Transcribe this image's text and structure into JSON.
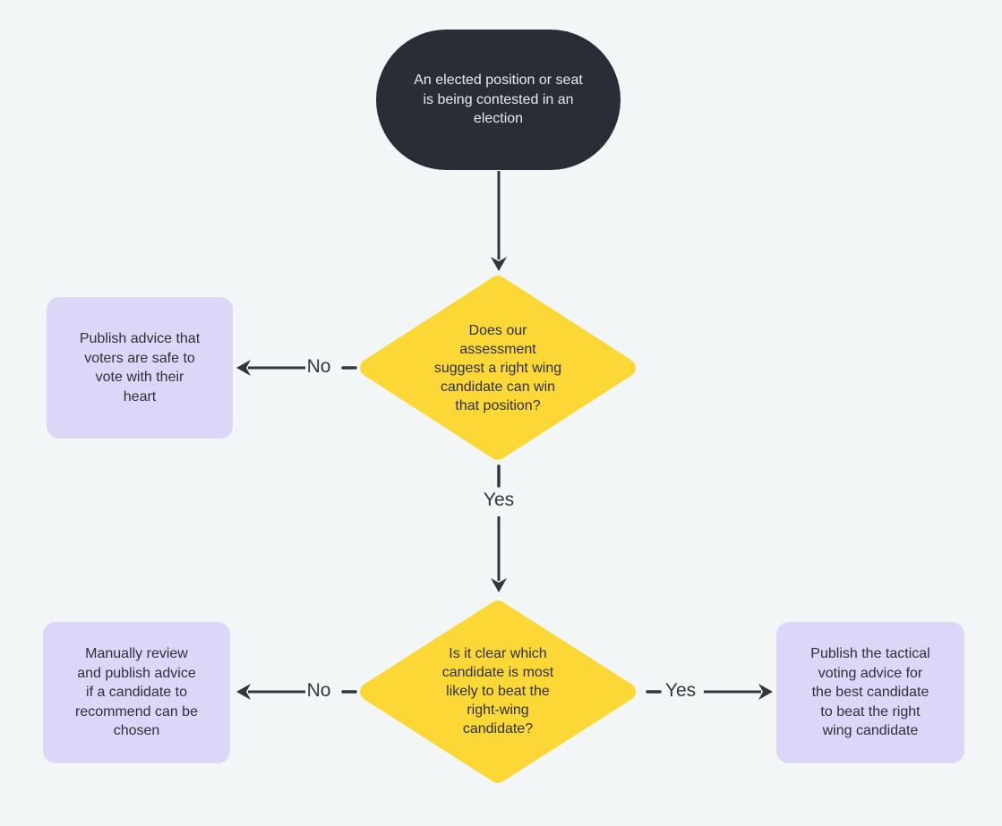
{
  "colors": {
    "bg": "#f2f6f7",
    "dark": "#2b2d36",
    "dark_text": "#e8e9ec",
    "yellow": "#fcd836",
    "purple": "#dcd6f8",
    "text": "#2e3039",
    "arrow": "#33353c"
  },
  "nodes": {
    "start": {
      "label": "An elected position or seat\nis being contested in an\nelection"
    },
    "decision1": {
      "label": "Does our\nassessment\nsuggest a right wing\ncandidate can win\nthat position?"
    },
    "outcome_heart": {
      "label": "Publish advice that\nvoters are safe to\nvote with their\nheart"
    },
    "decision2": {
      "label": "Is it clear which\ncandidate is most\nlikely to beat the\nright-wing\ncandidate?"
    },
    "outcome_manual": {
      "label": "Manually review\nand publish advice\nif a candidate to\nrecommend can be\nchosen"
    },
    "outcome_tactical": {
      "label": "Publish the tactical\nvoting advice for\nthe best candidate\nto beat the right\nwing candidate"
    }
  },
  "edges": {
    "decision1_no": {
      "label": "No"
    },
    "decision1_yes": {
      "label": "Yes"
    },
    "decision2_no": {
      "label": "No"
    },
    "decision2_yes": {
      "label": "Yes"
    }
  }
}
